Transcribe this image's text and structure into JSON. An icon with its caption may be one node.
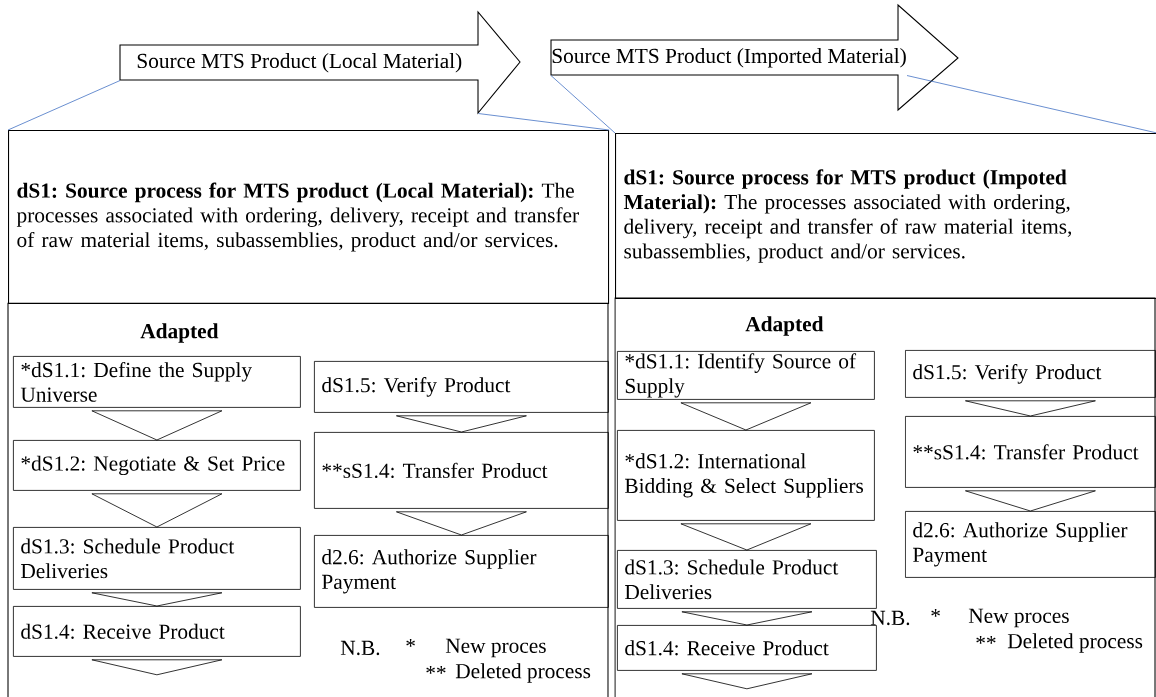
{
  "diagram": {
    "nodes": [
      {
        "text": [
          "Source MTS Product (Local Material)"
        ]
      },
      {
        "text": [
          "Source MTS Product (Imported Material)"
        ]
      },
      {
        "text": [
          "**dS1: Source process for MTS product (Local Material):** The processes associated with ordering, delivery, receipt and transfer of raw material items, subassemblies, product and/or services."
        ]
      },
      {
        "text": [
          "Adapted"
        ]
      },
      {
        "text": [
          "*dS1.1: Define the Supply Universe"
        ],
        "in": 3
      },
      {
        "text": [
          "*dS1.2: Negotiate & Set Price"
        ],
        "in": 3
      },
      {
        "text": [
          "dS1.3: Schedule Product Deliveries"
        ],
        "in": 3
      },
      {
        "text": [
          "dS1.4: Receive Product"
        ],
        "in": 3
      },
      {
        "text": [
          "dS1.5: Verify Product"
        ],
        "in": 3
      },
      {
        "text": [
          "**sS1.4: Transfer Product"
        ],
        "in": 3
      },
      {
        "text": [
          "d2.6: Authorize Supplier Payment"
        ],
        "in": 3
      },
      {
        "text": [
          "**dS1: Source process for MTS product (Impoted Material):** The processes associated with ordering, delivery, receipt and transfer of raw material items, subassemblies, product and/or services."
        ]
      },
      {
        "text": [
          "Adapted"
        ]
      },
      {
        "text": [
          "*dS1.1: Identify Source of Supply"
        ],
        "in": 12
      },
      {
        "text": [
          "*dS1.2: International Bidding & Select Suppliers"
        ],
        "in": 12
      },
      {
        "text": [
          "dS1.3: Schedule Product Deliveries"
        ],
        "in": 12
      },
      {
        "text": [
          "dS1.4: Receive Product"
        ],
        "in": 12
      },
      {
        "text": [
          "dS1.5: Verify Product"
        ],
        "in": 12
      },
      {
        "text": [
          "**sS1.4: Transfer Product"
        ],
        "in": 12
      },
      {
        "text": [
          "d2.6: Authorize Supplier Payment"
        ],
        "in": 12
      }
    ],
    "edges": [
      {
        "from": 0,
        "to": 2,
        "arrow": "none",
        "color": "#4472c4"
      },
      {
        "from": 0,
        "to": 2,
        "arrow": "none",
        "color": "#4472c4"
      },
      {
        "from": 1,
        "to": 11,
        "arrow": "none",
        "color": "#4472c4"
      },
      {
        "from": 1,
        "to": 11,
        "arrow": "none",
        "color": "#4472c4"
      },
      {
        "from": 4,
        "to": 5,
        "arrow": "to"
      },
      {
        "from": 5,
        "to": 6,
        "arrow": "to"
      },
      {
        "from": 6,
        "to": 7,
        "arrow": "to"
      },
      {
        "from": 7,
        "to": null,
        "arrow": "to"
      },
      {
        "from": 8,
        "to": 9,
        "arrow": "to"
      },
      {
        "from": 9,
        "to": 10,
        "arrow": "to"
      },
      {
        "from": 13,
        "to": 14,
        "arrow": "to"
      },
      {
        "from": 14,
        "to": 15,
        "arrow": "to"
      },
      {
        "from": 15,
        "to": 16,
        "arrow": "to"
      },
      {
        "from": 16,
        "to": null,
        "arrow": "to"
      },
      {
        "from": 17,
        "to": 18,
        "arrow": "to"
      },
      {
        "from": 18,
        "to": 19,
        "arrow": "to"
      }
    ],
    "labels": [
      "N.B.",
      "*",
      "New proces",
      "**",
      "Deleted process",
      "N.B.",
      "*",
      "New proces",
      "**",
      "Deleted process"
    ]
  }
}
